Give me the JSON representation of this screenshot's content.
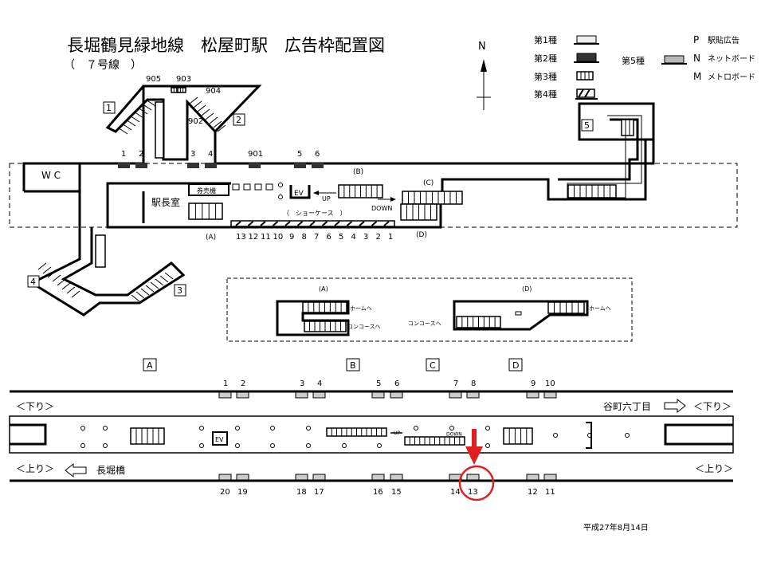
{
  "title": "長堀鶴見緑地線　松屋町駅　広告枠配置図",
  "subtitle": "（　７号線　）",
  "compass": "N",
  "legend": {
    "types": [
      "第1種",
      "第2種",
      "第3種",
      "第4種"
    ],
    "type5": "第5種",
    "codes": [
      {
        "code": "P",
        "label": "駅貼広告"
      },
      {
        "code": "N",
        "label": "ネットボード"
      },
      {
        "code": "M",
        "label": "メトロボード"
      }
    ],
    "colors": {
      "type1": "#eeeeee",
      "type2": "#333333",
      "type5": "#bbbbbb"
    }
  },
  "concourse": {
    "exits": [
      "1",
      "2",
      "3",
      "4",
      "5"
    ],
    "upper_ads": [
      "905",
      "903",
      "904",
      "902"
    ],
    "wall_ads": [
      "1",
      "2",
      "3",
      "4",
      "901",
      "5",
      "6"
    ],
    "wc": "W C",
    "station_office": "駅長室",
    "ticket_machine": "券売機",
    "ev": "EV",
    "up": "UP",
    "down": "DOWN",
    "showcase": "（　ショーケース　）",
    "showcase_numbers": [
      "13",
      "12",
      "11",
      "10",
      "9",
      "8",
      "7",
      "6",
      "5",
      "4",
      "3",
      "2",
      "1"
    ],
    "stair_labels": [
      "(A)",
      "(B)",
      "(C)",
      "(D)"
    ]
  },
  "detail": {
    "a_label": "(A)",
    "d_label": "(D)",
    "to_home": "ホームへ",
    "to_concourse": "コンコースへ"
  },
  "platform": {
    "stair_letters": [
      "A",
      "B",
      "C",
      "D"
    ],
    "top_ads": [
      "1",
      "2",
      "3",
      "4",
      "5",
      "6",
      "7",
      "8",
      "9",
      "10"
    ],
    "bottom_ads": [
      "20",
      "19",
      "18",
      "17",
      "16",
      "15",
      "14",
      "13",
      "12",
      "11"
    ],
    "kudari": "＜下り＞",
    "nobori": "＜上り＞",
    "dest_right": "谷町六丁目",
    "dest_left": "長堀橋",
    "ev": "EV",
    "up": "UP",
    "down": "DOWN",
    "highlight_ad": "13",
    "highlight_color": "#e02020"
  },
  "date": "平成27年8月14日"
}
